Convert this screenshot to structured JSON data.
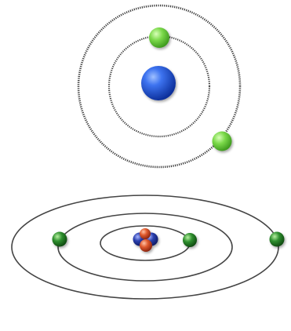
{
  "colors": {
    "background": "#ffffff",
    "orbit_line": "#3a3a3a",
    "orbit_line_light": "#5a5a5a",
    "top_nucleus": "#1e54d6",
    "top_electron": "#7bd94a",
    "bottom_electron": "#2f8f2f",
    "proton": "#d8502a",
    "neutron": "#2a3fae"
  },
  "diagrams": [
    {
      "view": "top",
      "shell_count": 2,
      "electron_count": 2,
      "electron_shells": [
        1,
        2
      ],
      "nucleus_particles": 1
    },
    {
      "view": "perspective",
      "shell_count": 3,
      "electron_count": 3,
      "electron_shells": [
        1,
        2,
        3
      ],
      "nucleus_particles": 4
    }
  ],
  "icons": {
    "nucleus": "sphere",
    "electron": "sphere"
  }
}
